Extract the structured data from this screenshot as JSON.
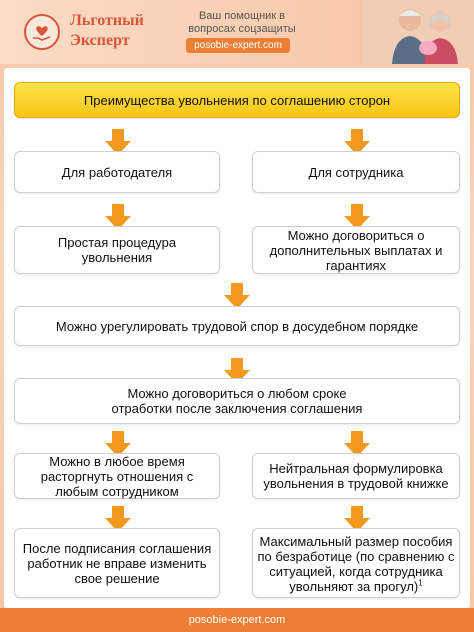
{
  "header": {
    "logo_line1": "Льготный",
    "logo_line2": "Эксперт",
    "tagline": "Ваш помощник в вопросах соцзащиты",
    "site_pill": "posobie-expert.com",
    "logo_icon": "hand-heart-icon",
    "image_icon": "elderly-couple-photo"
  },
  "diagram": {
    "title": "Преимущества увольнения по соглашению сторон",
    "col_left_header": "Для работодателя",
    "col_right_header": "Для сотрудника",
    "left_1": "Простая процедура увольнения",
    "right_1": "Можно договориться о дополнительных выплатах и гарантиях",
    "center_1": "Можно урегулировать трудовой спор в досудебном порядке",
    "center_2": "Можно договориться о любом сроке отработки после заключения соглашения",
    "left_2": "Можно в любое время расторгнуть отношения с любым сотрудником",
    "right_2": "Нейтральная формулировка увольнения в трудовой книжке",
    "left_3": "После подписания соглашения работник не вправе изменить свое решение",
    "right_3": "Максимальный размер пособия по безработице (по сравнению с ситуацией, когда сотрудника увольняют за прогул)",
    "right_3_footnote": "1",
    "arrow_color": "#f39a1e",
    "title_color": "#f6c515"
  },
  "footer": {
    "site": "posobie-expert.com"
  }
}
